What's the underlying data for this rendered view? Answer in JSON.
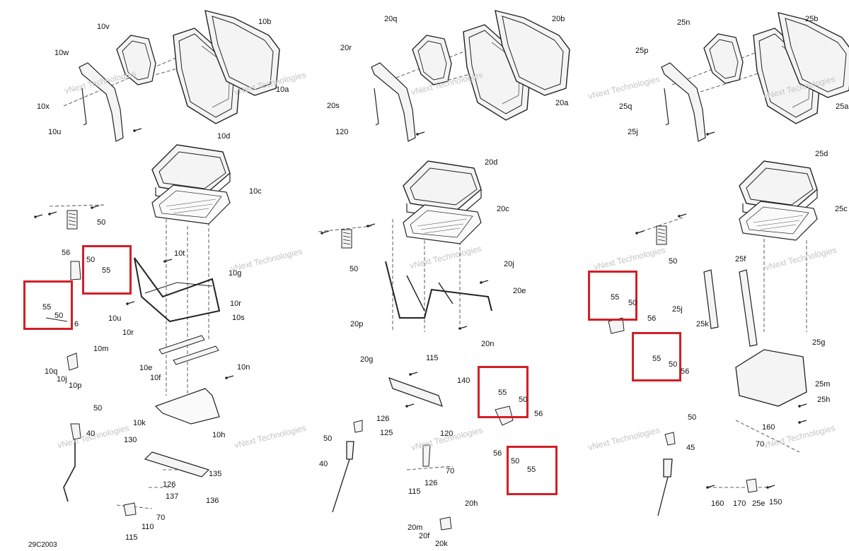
{
  "diagram_code": "29C2003",
  "watermark": "vNext Technologies",
  "colors": {
    "highlight": "#d21f26",
    "line": "#222222",
    "part_fill": "#f4f4f4"
  },
  "callouts": {
    "c10v": "10v",
    "c10b": "10b",
    "c10w": "10w",
    "c10x": "10x",
    "c10u_top": "10u",
    "c10a": "10a",
    "c10d": "10d",
    "c10c": "10c",
    "c50_l1": "50",
    "c56_l1": "56",
    "c50_l2": "50",
    "c55_l1": "55",
    "c10t": "10t",
    "c10g": "10g",
    "c55_l2": "55",
    "c50_l3": "50",
    "c6_l": "6",
    "c10u_mid": "10u",
    "c10r_a": "10r",
    "c10r_b": "10r",
    "c10s": "10s",
    "c10m": "10m",
    "c10q": "10q",
    "c10j": "10j",
    "c10p": "10p",
    "c10e": "10e",
    "c10f": "10f",
    "c10n": "10n",
    "c50_l4": "50",
    "c40_l": "40",
    "c10k": "10k",
    "c10h": "10h",
    "c130": "130",
    "c135": "135",
    "c126_l": "126",
    "c137": "137",
    "c136": "136",
    "c70_l": "70",
    "c110": "110",
    "c115_l": "115",
    "c20q": "20q",
    "c20b": "20b",
    "c20r": "20r",
    "c20s": "20s",
    "c120_top": "120",
    "c20a": "20a",
    "c20d": "20d",
    "c20c": "20c",
    "c50_m1": "50",
    "c20j": "20j",
    "c20e": "20e",
    "c20p": "20p",
    "c20n": "20n",
    "c20g": "20g",
    "c115_m1": "115",
    "c140": "140",
    "c126_m1": "126",
    "c125": "125",
    "c55_m1": "55",
    "c50_m2": "50",
    "c56_m1": "56",
    "c50_m3": "50",
    "c40_m": "40",
    "c120_m": "120",
    "c70_m": "70",
    "c126_m2": "126",
    "c115_m2": "115",
    "c56_m2": "56",
    "c50_m4": "50",
    "c55_m2": "55",
    "c20h": "20h",
    "c20m": "20m",
    "c20f": "20f",
    "c20k": "20k",
    "c25n": "25n",
    "c25b": "25b",
    "c25p": "25p",
    "c25q": "25q",
    "c25j_top": "25j",
    "c25a": "25a",
    "c25d": "25d",
    "c25c": "25c",
    "c50_r1": "50",
    "c25f": "25f",
    "c55_r1": "55",
    "c50_r2": "50",
    "c25j_mid": "25j",
    "c25k": "25k",
    "c56_r1": "56",
    "c55_r2": "55",
    "c50_r3": "50",
    "c56_r2": "56",
    "c25g": "25g",
    "c25m": "25m",
    "c25h": "25h",
    "c160_r1": "160",
    "c70_r": "70",
    "c50_r4": "50",
    "c45": "45",
    "c160_r2": "160",
    "c170": "170",
    "c25e": "25e",
    "c150": "150"
  }
}
